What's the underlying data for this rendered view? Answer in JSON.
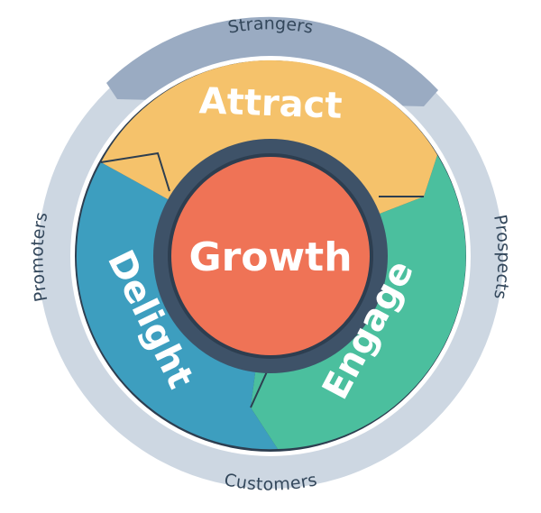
{
  "diagram": {
    "center": {
      "label": "Growth"
    },
    "segments": [
      {
        "id": "attract",
        "label": "Attract"
      },
      {
        "id": "engage",
        "label": "Engage"
      },
      {
        "id": "delight",
        "label": "Delight"
      }
    ],
    "ring_labels": {
      "top": "Strangers",
      "right": "Prospects",
      "bottom": "Customers",
      "left": "Promoters"
    }
  },
  "colors": {
    "outer_ring": "#cdd7e2",
    "outer_ring_accent": "#9aabc2",
    "ring_text": "#33475b",
    "attract": "#f5c26b",
    "engage": "#4bbf9e",
    "delight": "#3d9ebf",
    "hub_ring": "#3e5268",
    "hub_outline": "#2d3e50",
    "center": "#ef7356",
    "segment_text": "#ffffff"
  }
}
